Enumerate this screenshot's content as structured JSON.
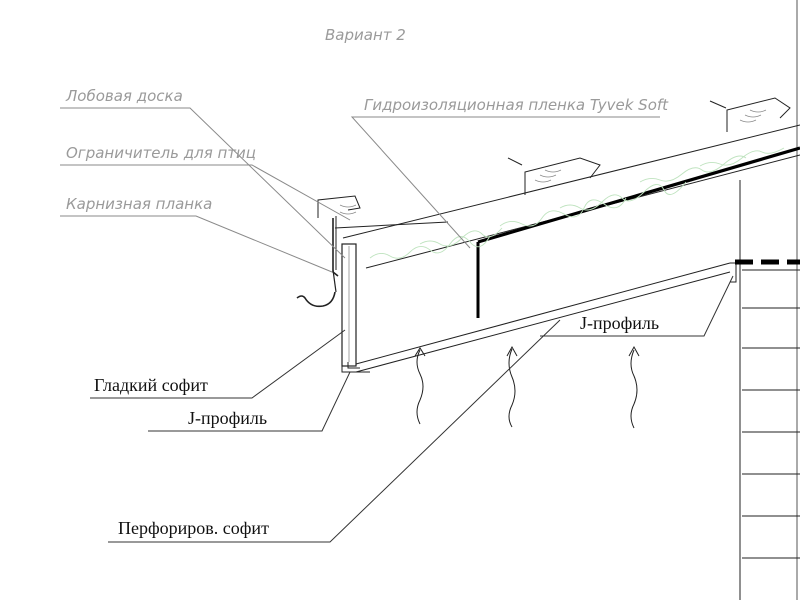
{
  "title": "Вариант 2",
  "labels": {
    "fascia_board": "Лобовая доска",
    "bird_stop": "Ограничитель для птиц",
    "drip_edge": "Карнизная планка",
    "membrane": "Гидроизоляционная пленка Tyvek Soft",
    "smooth_soffit": "Гладкий софит",
    "j_profile_lower": "J-профиль",
    "j_profile_right": "J-профиль",
    "perforated_soffit": "Перфориров. софит"
  },
  "colors": {
    "gray_label": "#9a9a9a",
    "dark_label": "#111111",
    "insulation_wave": "#bfe3bf"
  }
}
